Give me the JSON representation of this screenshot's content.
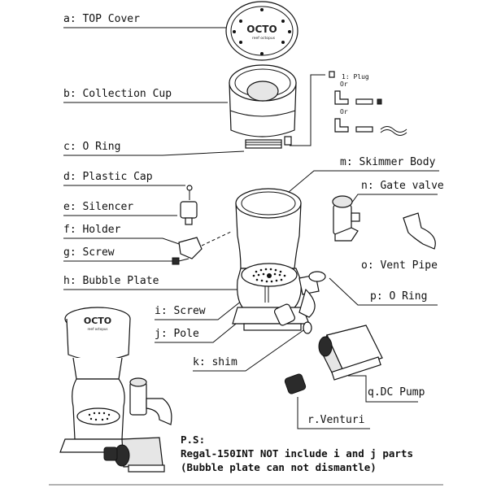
{
  "labels": {
    "a": "a: TOP Cover",
    "b": "b: Collection Cup",
    "c": "c: O Ring",
    "d": "d: Plastic Cap",
    "e": "e: Silencer",
    "f": "f: Holder",
    "g": "g: Screw",
    "h": "h: Bubble Plate",
    "i": "i: Screw",
    "j": "j: Pole",
    "k": "k: shim",
    "l": "1: Plug",
    "l_or1": "Or",
    "l_or2": "Or",
    "m": "m: Skimmer Body",
    "n": "n: Gate valve",
    "o": "o: Vent Pipe",
    "p": "p: O Ring",
    "q": "q.DC Pump",
    "r": "r.Venturi"
  },
  "logo": {
    "brand": "OCTO",
    "sub": "reef octopus"
  },
  "note": {
    "title": "P.S:",
    "line1": "Regal-150INT NOT include i and j parts",
    "line2": "(Bubble plate can not dismantle)"
  }
}
